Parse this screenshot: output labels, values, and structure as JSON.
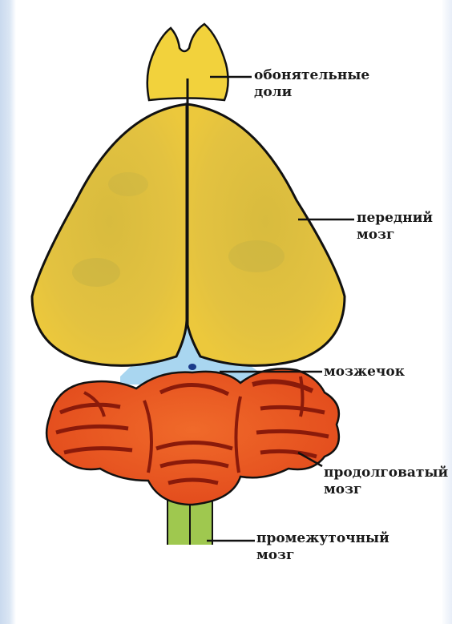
{
  "labels": {
    "olfactory": "обонятельные\nдоли",
    "forebrain": "передний\nмозг",
    "cerebellum": "мозжечок",
    "medulla": "продолговатый\nмозг",
    "diencephalon": "промежуточный\nмозг"
  },
  "colors": {
    "hemispheres": "#e2bf3c",
    "olfactory_lobes": "#f2d23c",
    "cerebellum_gap": "#a9d6f0",
    "hindbrain": "#ee5a26",
    "hindbrain_dark": "#8a1a0a",
    "stem": "#9fc84f",
    "outline": "#111111"
  }
}
